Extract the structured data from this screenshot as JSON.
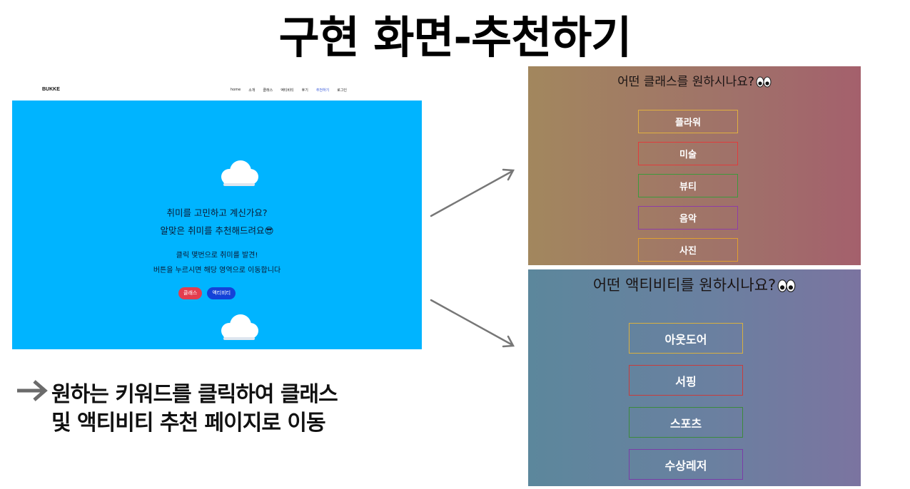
{
  "slide": {
    "title": "구현 화면-추천하기"
  },
  "site": {
    "logo": "BUKKE",
    "nav": [
      "home",
      "소개",
      "클래스",
      "액티비티",
      "후기",
      "추천하기",
      "로그인"
    ],
    "hero": {
      "line1": "취미를 고민하고 계신가요?",
      "line2": "알맞은 취미를 추천해드려요😎",
      "line3": "클릭 몇번으로 취미를 발견!",
      "line4": "버튼을 누르시면 해당 영역으로 이동합니다",
      "btn_class": "클래스",
      "btn_activity": "액티비티"
    }
  },
  "caption": {
    "line1": "원하는 키워드를 클릭하여 클래스",
    "line2": "및 액티비티 추천 페이지로 이동"
  },
  "class_panel": {
    "title": "어떤 클래스를 원하시나요?",
    "options": [
      "플라워",
      "미술",
      "뷰티",
      "음악",
      "사진"
    ],
    "border_colors": [
      "#e0b040",
      "#e03c3c",
      "#3c9a3c",
      "#8e3ca8",
      "#e0a030"
    ]
  },
  "activity_panel": {
    "title": "어떤 액티비티를 원하시나요?",
    "options": [
      "아웃도어",
      "서핑",
      "스포츠",
      "수상레저"
    ],
    "border_colors": [
      "#d8b040",
      "#c83c3c",
      "#3c8a3c",
      "#7a3ca8"
    ]
  },
  "colors": {
    "hero_bg": "#00b4ff",
    "pill_red": "#e33d4e",
    "pill_blue": "#1442d8"
  }
}
